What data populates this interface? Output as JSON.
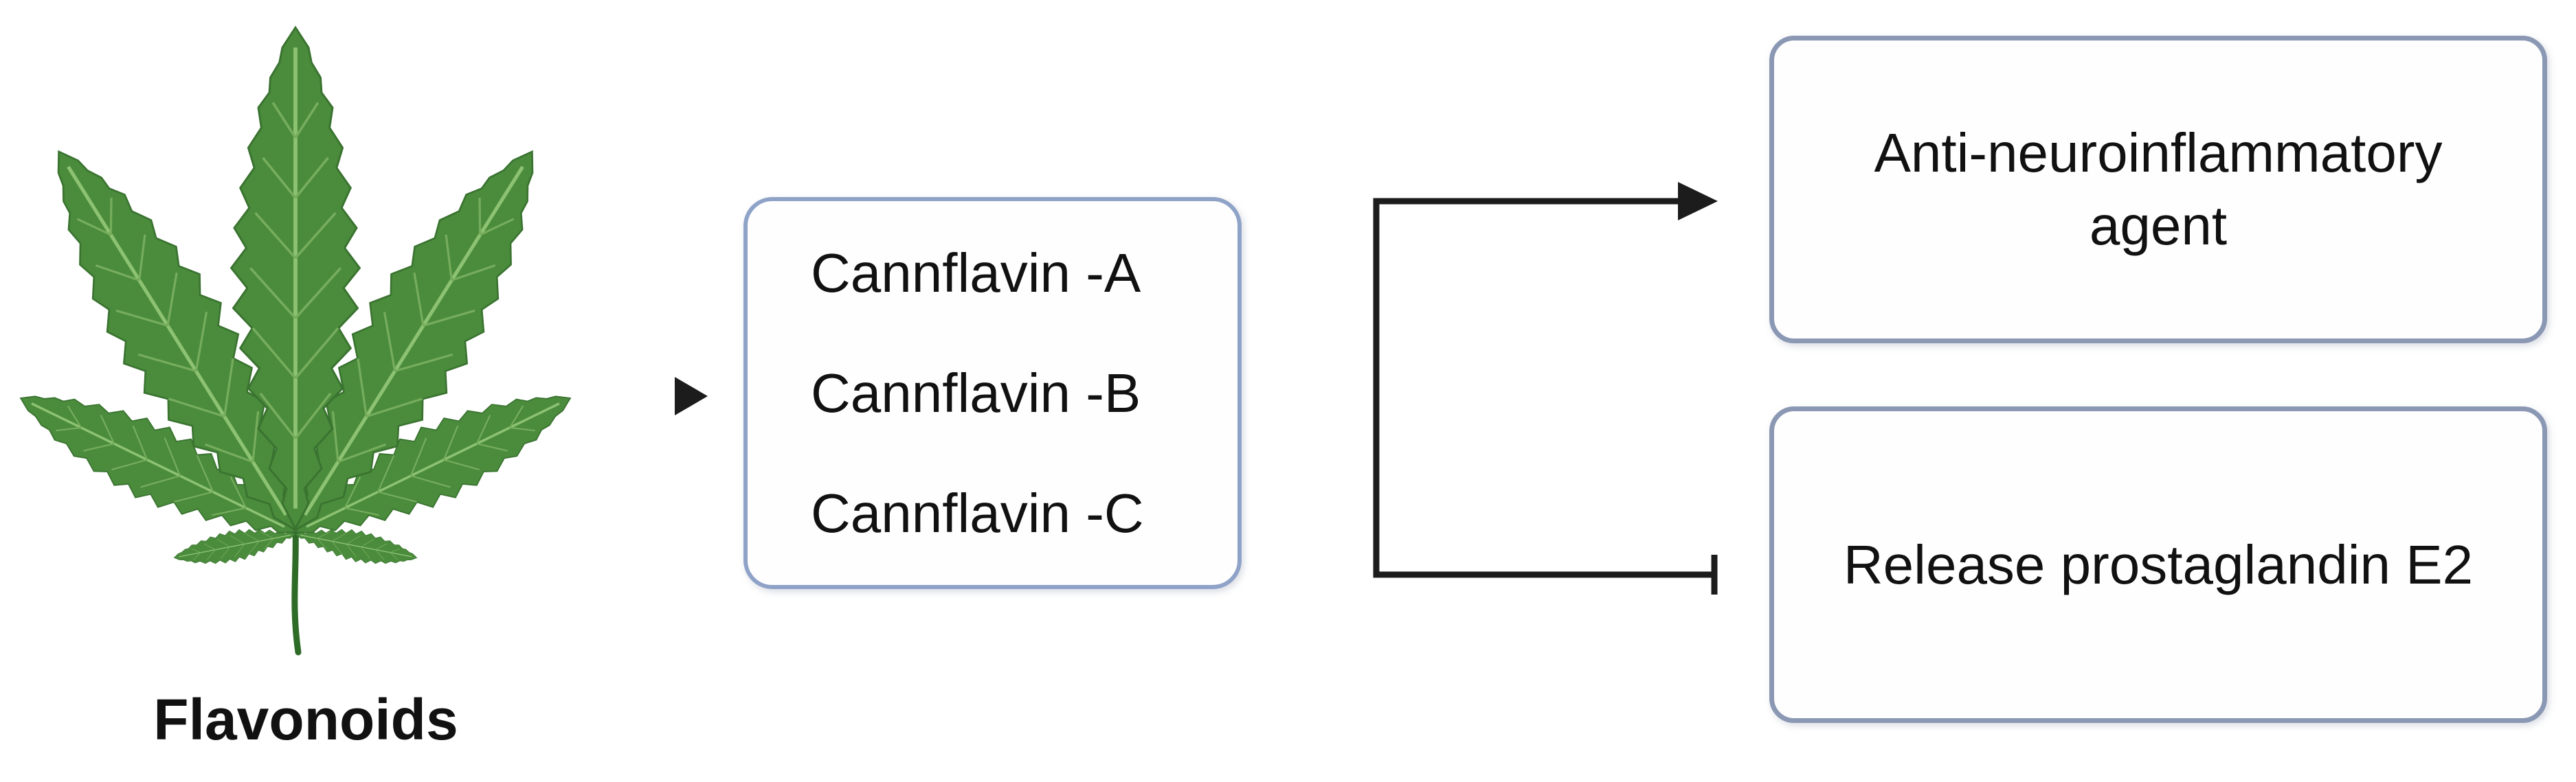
{
  "diagram": {
    "source": {
      "label": "Flavonoids",
      "icon": "cannabis-leaf"
    },
    "compounds": {
      "items": [
        "Cannflavin -A",
        "Cannflavin -B",
        "Cannflavin -C"
      ]
    },
    "outcomes": {
      "activation": {
        "line1": "Anti-neuroinflammatory",
        "line2": "agent",
        "connector": "arrow"
      },
      "inhibition": {
        "label": "Release prostaglandin E2",
        "connector": "t-bar"
      }
    },
    "colors": {
      "leaf": "#4a8b3c",
      "leaf_stem": "#2e6b27",
      "leaf_vein": "#8cc271",
      "compound_box_border": "#8fa3c8",
      "outcome_box_border": "#8b98b4",
      "connector": "#1c1c1c",
      "text": "#111111",
      "background": "#ffffff"
    }
  }
}
